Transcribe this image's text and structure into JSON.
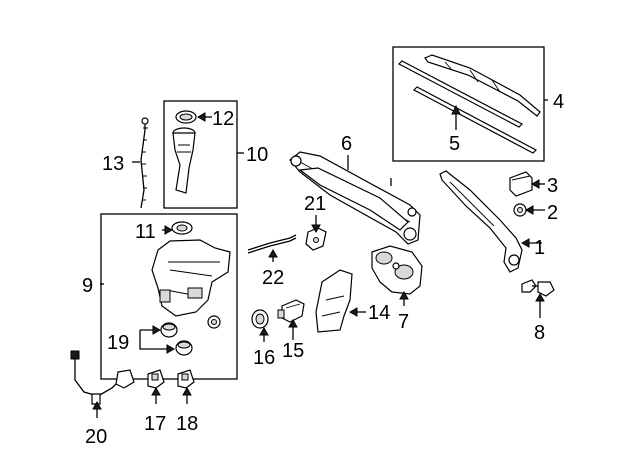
{
  "diagram": {
    "callouts": {
      "c1": "1",
      "c2": "2",
      "c3": "3",
      "c4": "4",
      "c5": "5",
      "c6": "6",
      "c7": "7",
      "c8": "8",
      "c9": "9",
      "c10": "10",
      "c11": "11",
      "c12": "12",
      "c13": "13",
      "c14": "14",
      "c15": "15",
      "c16": "16",
      "c17": "17",
      "c18": "18",
      "c19": "19",
      "c20": "20",
      "c21": "21",
      "c22": "22"
    },
    "colors": {
      "line": "#000000",
      "background": "#ffffff",
      "shade": "#d9d9d9"
    }
  }
}
